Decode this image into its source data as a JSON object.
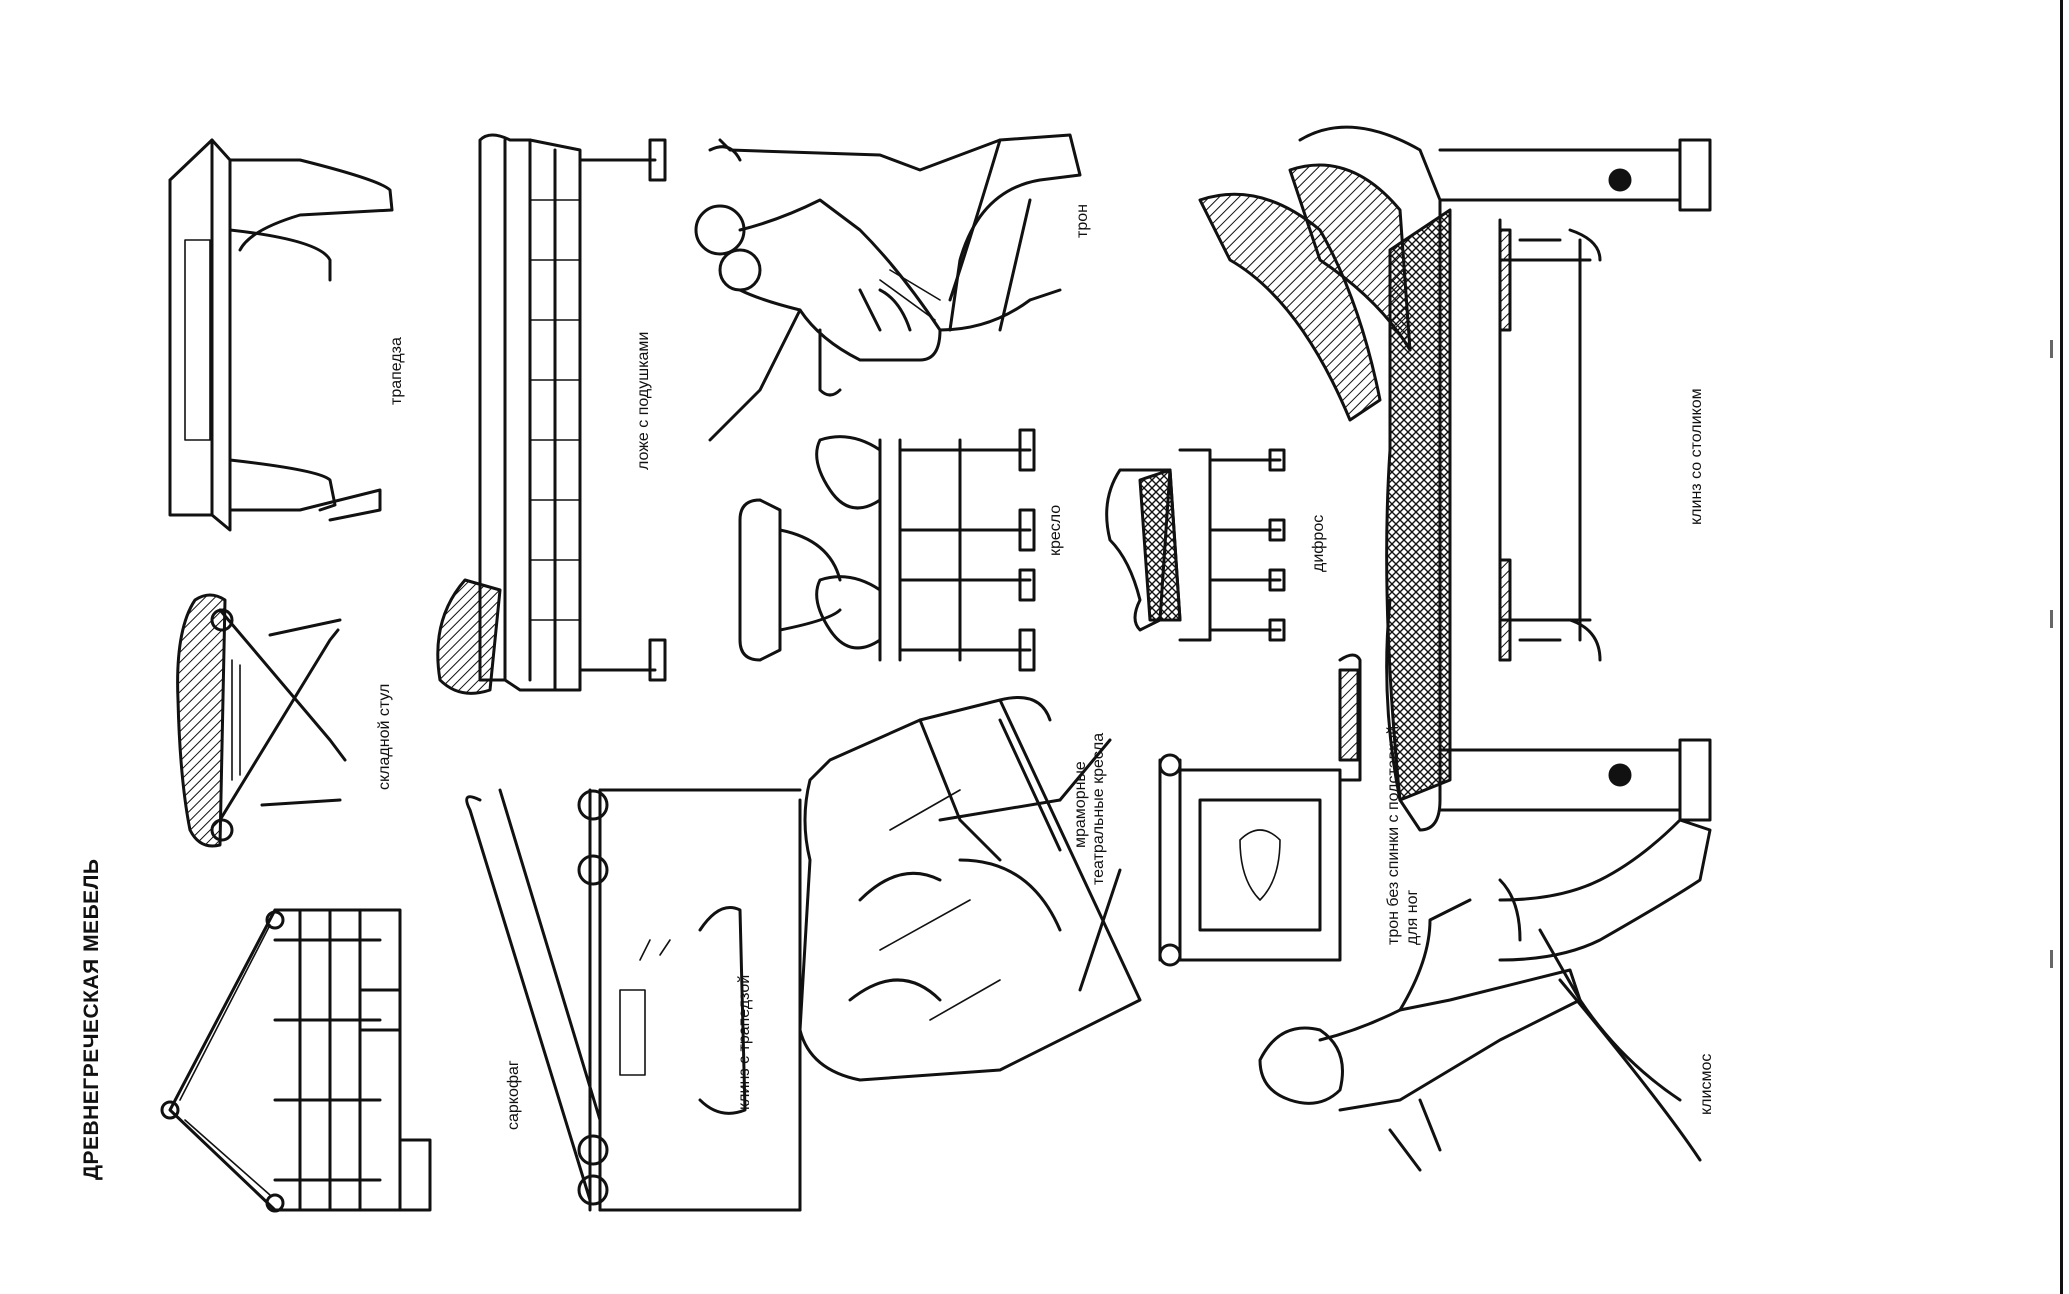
{
  "title": "ДРЕВНЕГРЕЧЕСКАЯ МЕБЕЛЬ",
  "labels": {
    "trapedza": "трапедза",
    "skladnoy_stul": "складной стул",
    "sarkofag": "саркофаг",
    "lozhe": "ложе с подушками",
    "klinz_trapedza": "клинз с трапедзой",
    "tron": "трон",
    "kreslo": "кресло",
    "teatr_line1": "мраморные",
    "teatr_line2": "театральные кресла",
    "difros": "дифрос",
    "tron_bez_line1": "трон без спинки с подставкой",
    "tron_bez_line2": "для ног",
    "klinz_stolik": "клинз со столиком",
    "klismos": "клисмос"
  }
}
